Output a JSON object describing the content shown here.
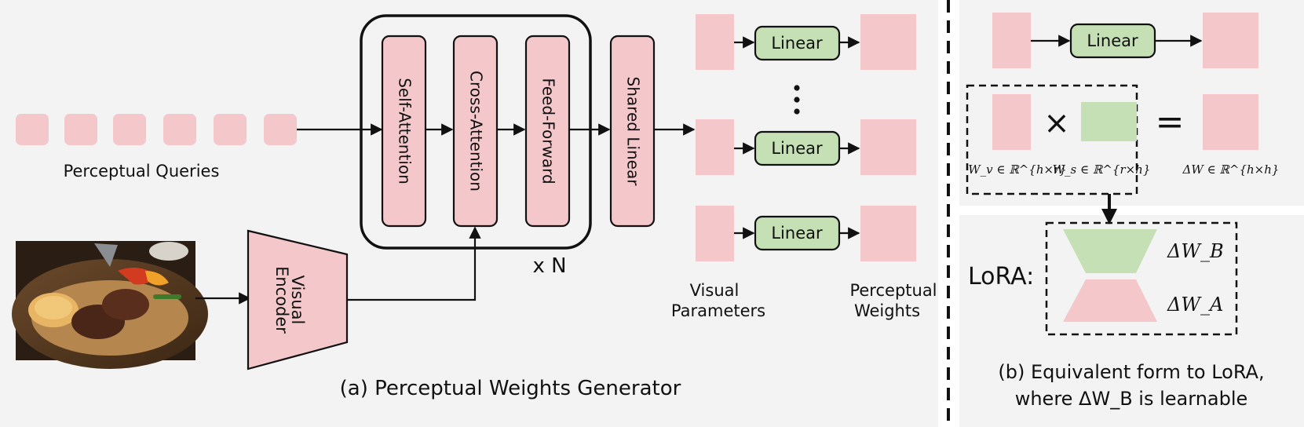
{
  "left_panel": {
    "perceptual_queries_label": "Perceptual Queries",
    "visual_encoder_label_line1": "Visual",
    "visual_encoder_label_line2": "Encoder",
    "blocks": {
      "self_attention": "Self-Attention",
      "cross_attention": "Cross-Attention",
      "feed_forward": "Feed-Forward",
      "shared_linear": "Shared Linear"
    },
    "repeat_label": "x N",
    "linear_label": "Linear",
    "dots": "⋮",
    "visual_parameters_line1": "Visual",
    "visual_parameters_line2": "Parameters",
    "perceptual_weights_line1": "Perceptual",
    "perceptual_weights_line2": "Weights",
    "caption": "(a) Perceptual Weights Generator"
  },
  "right_panel": {
    "linear_label": "Linear",
    "times_symbol": "×",
    "equals_symbol": "=",
    "wv_label": "W_v ∈ ℝ^{h×r}",
    "ws_label": "W_s ∈ ℝ^{r×h}",
    "dw_label": "ΔW ∈ ℝ^{h×h}",
    "lora_label": "LoRA:",
    "delta_wb": "ΔW_B",
    "delta_wa": "ΔW_A",
    "caption_line1": "(b) Equivalent form to LoRA,",
    "caption_line2": "where ΔW_B is learnable"
  },
  "colors": {
    "pink": "#f4c7cb",
    "green": "#c5e0b4",
    "panel_bg": "#f3f3f3",
    "stroke": "#111111"
  }
}
